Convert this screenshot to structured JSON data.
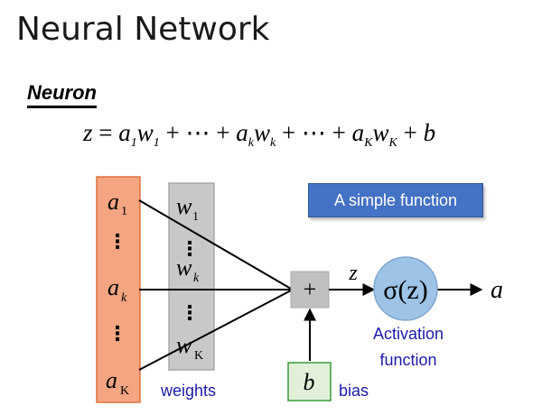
{
  "title": "Neural Network",
  "heading": "Neuron",
  "formula": {
    "z": "z",
    "eq": " = ",
    "a": "a",
    "w": "w",
    "b": "b",
    "plus": " + ",
    "dots": "⋯",
    "sub_1": "1",
    "sub_k": "k",
    "sub_K": "K"
  },
  "callout": "A simple function",
  "inputs": {
    "a1": "a",
    "a1_sub": "1",
    "ak": "a",
    "ak_sub": "k",
    "aK": "a",
    "aK_sub": "K",
    "vdots": "⋮"
  },
  "weights": {
    "w1": "w",
    "w1_sub": "1",
    "wk": "w",
    "wk_sub": "k",
    "wK": "w",
    "wK_sub": "K",
    "vdots": "⋮",
    "label": "weights"
  },
  "sum_symbol": "+",
  "bias": {
    "symbol": "b",
    "label": "bias"
  },
  "z_label": "z",
  "activation": {
    "symbol": "σ(z)",
    "label_line1": "Activation",
    "label_line2": "function"
  },
  "output": "a",
  "colors": {
    "inputs_fill": "#f4a582",
    "inputs_stroke": "#e07040",
    "weights_fill": "#c8c8c8",
    "weights_stroke": "#a8a8a8",
    "sum_fill": "#c0c0c0",
    "bias_fill": "#e2f0d9",
    "bias_stroke": "#3a9a3a",
    "activation_fill": "#9dc3e6",
    "activation_stroke": "#7fa6cf",
    "callout_fill": "#4472c4",
    "label_blue": "#1b1baa"
  }
}
